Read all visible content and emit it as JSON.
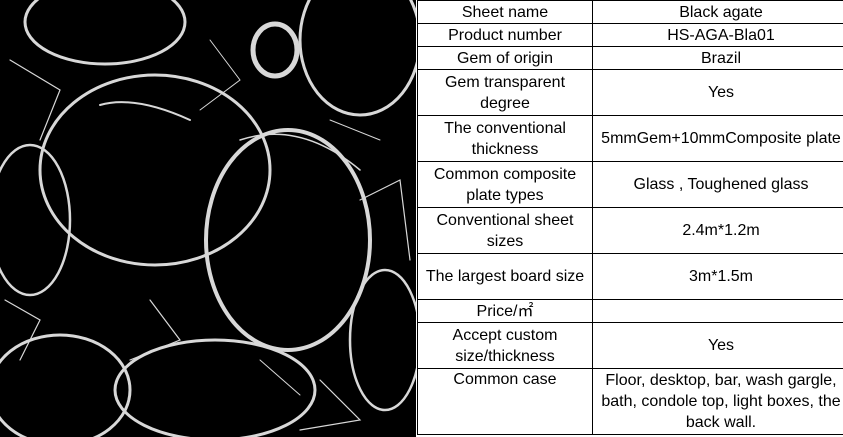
{
  "image": {
    "subject": "black-agate-slab-photo",
    "colors": {
      "background": "#000000",
      "veins": "#d8d8d8"
    }
  },
  "table": {
    "rows": [
      {
        "label": "Sheet name",
        "value": "Black agate"
      },
      {
        "label": "Product number",
        "value": "HS-AGA-Bla01"
      },
      {
        "label": "Gem of origin",
        "value": "Brazil"
      },
      {
        "label": "Gem transparent degree",
        "value": "Yes"
      },
      {
        "label": "The conventional thickness",
        "value": "5mmGem+10mmComposite plate"
      },
      {
        "label": "Common composite plate types",
        "value": "Glass , Toughened glass"
      },
      {
        "label": "Conventional sheet sizes",
        "value": "2.4m*1.2m"
      },
      {
        "label": "The largest board size",
        "value": "3m*1.5m"
      },
      {
        "label": "Price/㎡",
        "value": ""
      },
      {
        "label": "Accept custom size/thickness",
        "value": "Yes"
      },
      {
        "label": "Common case",
        "value": "Floor, desktop, bar, wash gargle, bath, condole top, light boxes, the back wall."
      }
    ]
  }
}
